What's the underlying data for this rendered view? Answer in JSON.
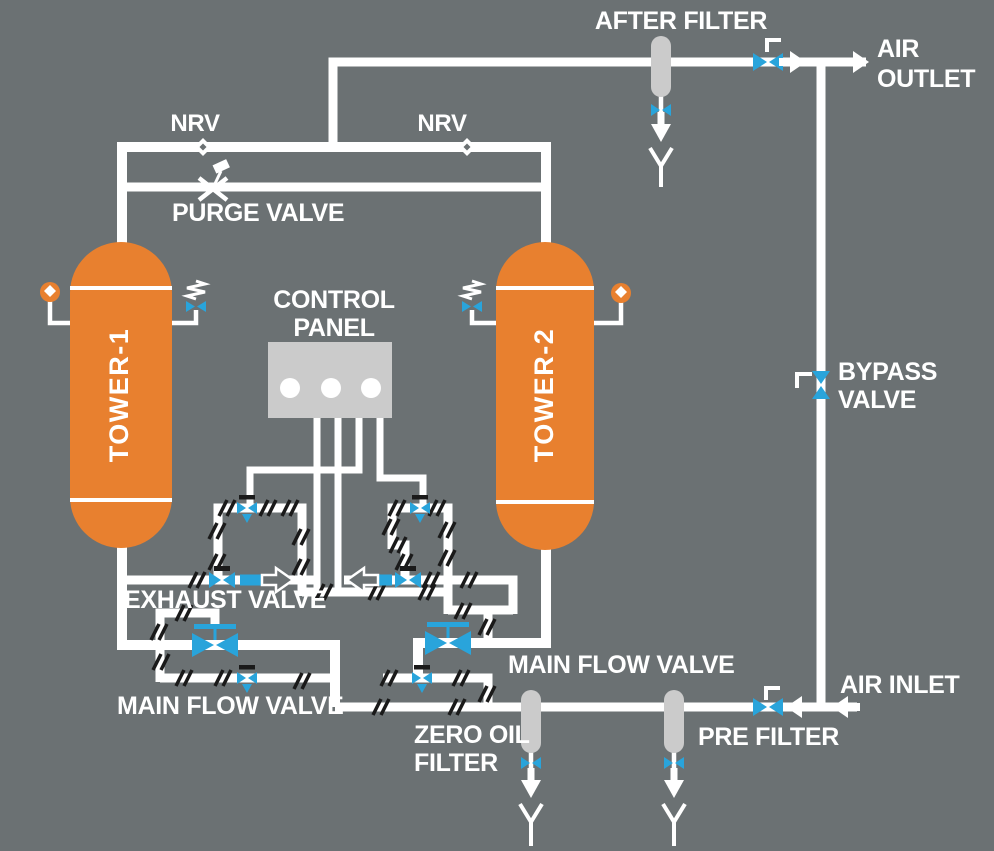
{
  "diagram_labels": {
    "after_filter": "AFTER FILTER",
    "air_outlet": [
      "AIR",
      "OUTLET"
    ],
    "nrv_left": "NRV",
    "nrv_right": "NRV",
    "purge_valve": "PURGE VALVE",
    "control_panel": [
      "CONTROL",
      "PANEL"
    ],
    "tower_1": "TOWER-1",
    "tower_2": "TOWER-2",
    "bypass_valve": [
      "BYPASS",
      "VALVE"
    ],
    "exhaust_valve": "EXHAUST VALVE",
    "main_flow_valve_left": "MAIN FLOW VALVE",
    "main_flow_valve_right": "MAIN FLOW VALVE",
    "zero_oil_filter": [
      "ZERO OIL",
      "FILTER"
    ],
    "pre_filter": "PRE FILTER",
    "air_inlet": "AIR INLET"
  },
  "components": [
    "after-filter",
    "pre-filter",
    "zero-oil-filter",
    "tower-1-vessel",
    "tower-2-vessel",
    "control-panel",
    "purge-valve",
    "bypass-valve",
    "nrv-check-valve-left",
    "nrv-check-valve-right",
    "exhaust-valve-left",
    "exhaust-valve-right",
    "main-flow-valve-left",
    "main-flow-valve-right",
    "pressure-gauge-left",
    "pressure-gauge-right",
    "safety-relief-valve-left",
    "safety-relief-valve-right",
    "inlet-shutoff-valve",
    "outlet-shutoff-valve",
    "drain-traps"
  ],
  "colors": {
    "background": "#6B7173",
    "pipe": "#FFFFFF",
    "tower": "#E8802F",
    "valve": "#29A4DB",
    "component": "#CBCBCB",
    "hose": "#1A1A1A",
    "text": "#FFFFFF"
  }
}
